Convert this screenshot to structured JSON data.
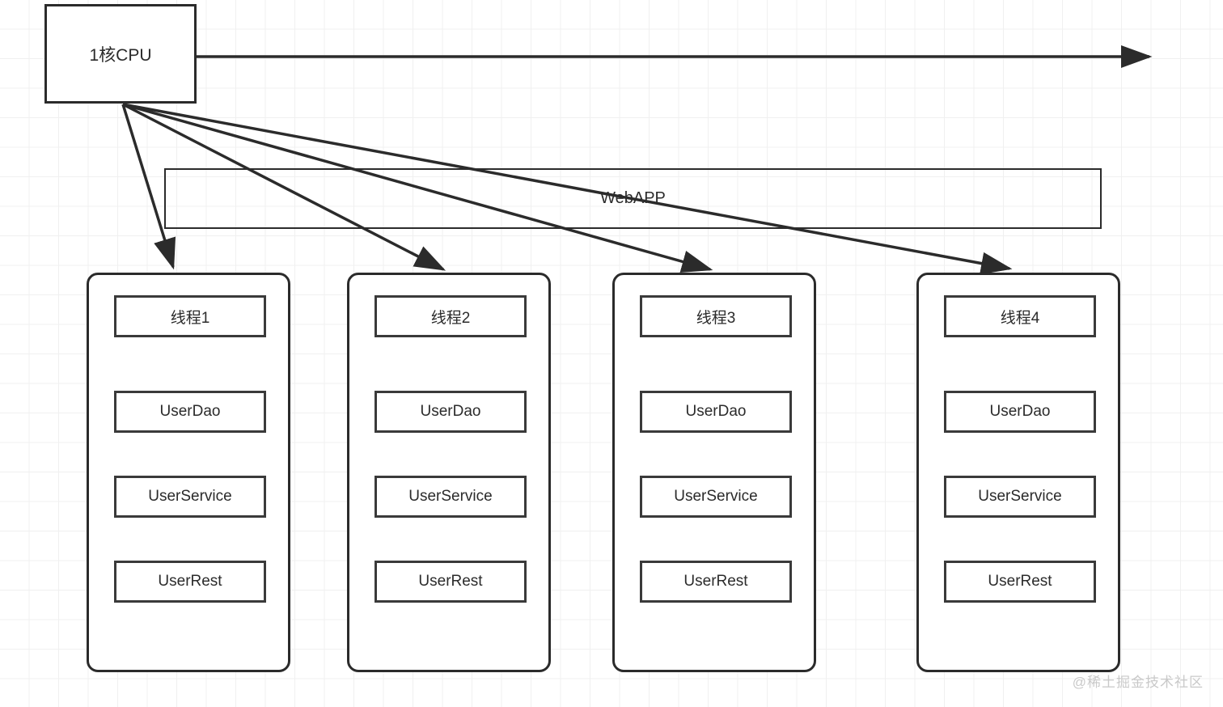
{
  "diagram": {
    "title_label": "1核CPU",
    "webapp_label": "WebAPP",
    "watermark": "@稀土掘金技术社区",
    "colors": {
      "stroke": "#2b2b2b",
      "inner_stroke": "#3a3a3a",
      "background": "#ffffff",
      "grid": "#f0f0f0",
      "watermark": "#c9c9c9"
    },
    "threads": [
      {
        "title": "线程1",
        "components": [
          "UserDao",
          "UserService",
          "UserRest"
        ]
      },
      {
        "title": "线程2",
        "components": [
          "UserDao",
          "UserService",
          "UserRest"
        ]
      },
      {
        "title": "线程3",
        "components": [
          "UserDao",
          "UserService",
          "UserRest"
        ]
      },
      {
        "title": "线程4",
        "components": [
          "UserDao",
          "UserService",
          "UserRest"
        ]
      }
    ],
    "component_labels": {
      "dao": "UserDao",
      "service": "UserService",
      "rest": "UserRest"
    }
  }
}
